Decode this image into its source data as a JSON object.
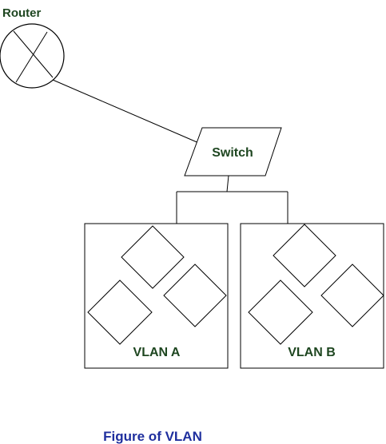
{
  "router": {
    "label": "Router"
  },
  "switch": {
    "label": "Switch"
  },
  "vlans": [
    {
      "label": "VLAN A"
    },
    {
      "label": "VLAN B"
    }
  ],
  "caption": "Figure of VLAN",
  "colors": {
    "label_green": "#1e4620",
    "caption_blue": "#1f2f9e",
    "stroke": "#000000",
    "background": "#ffffff"
  }
}
